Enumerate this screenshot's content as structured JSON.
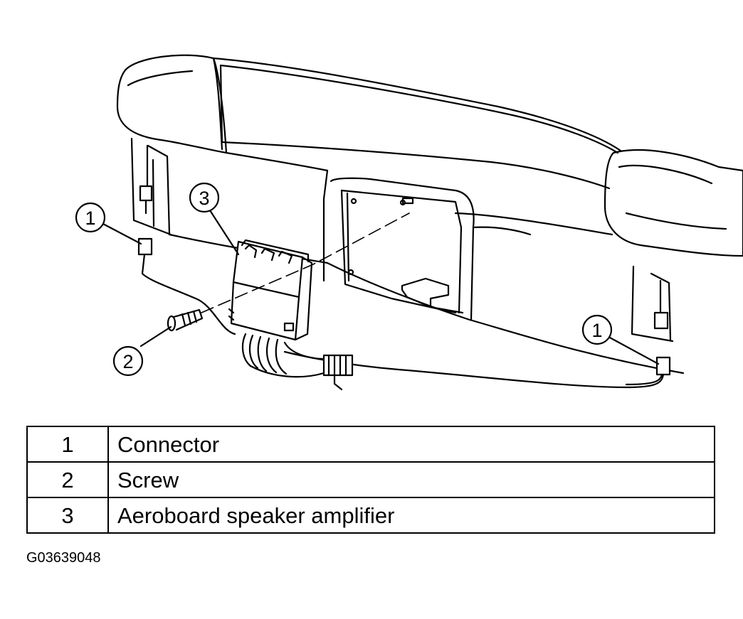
{
  "callouts": [
    {
      "number": "1"
    },
    {
      "number": "2"
    },
    {
      "number": "3"
    },
    {
      "number": "1"
    }
  ],
  "legend": [
    {
      "number": "1",
      "description": "Connector"
    },
    {
      "number": "2",
      "description": "Screw"
    },
    {
      "number": "3",
      "description": "Aeroboard speaker amplifier"
    }
  ],
  "figure_id": "G03639048"
}
